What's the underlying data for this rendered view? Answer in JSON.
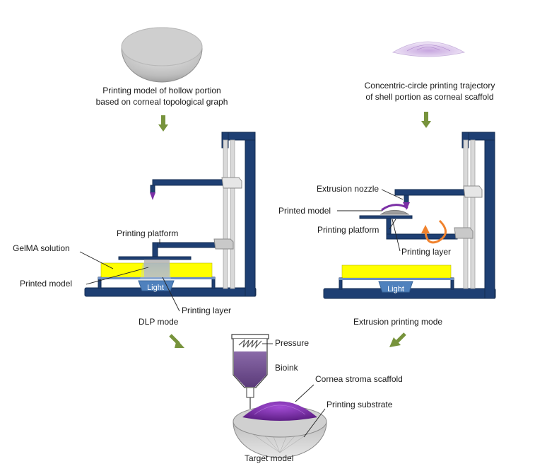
{
  "top_left_caption": {
    "line1": "Printing model of hollow portion",
    "line2": "based on corneal topological graph"
  },
  "top_right_caption": {
    "line1": "Concentric-circle printing trajectory",
    "line2": "of shell portion as corneal scaffold"
  },
  "dlp": {
    "printing_platform": "Printing platform",
    "gelma_solution": "GelMA solution",
    "printed_model": "Printed model",
    "light": "Light",
    "printing_layer": "Printing layer",
    "mode": "DLP mode"
  },
  "extrusion": {
    "nozzle": "Extrusion nozzle",
    "printed_model": "Printed model",
    "printing_platform": "Printing platform",
    "printing_layer": "Printing layer",
    "light": "Light",
    "mode": "Extrusion printing mode"
  },
  "target": {
    "pressure": "Pressure",
    "bioink": "Bioink",
    "scaffold": "Cornea stroma scaffold",
    "substrate": "Printing substrate",
    "model": "Target model"
  },
  "colors": {
    "frame": "#1e3f73",
    "yellow_solution": "#ffff00",
    "purple": "#7b2fa6",
    "green_arrow": "#77933c",
    "orange_arrow": "#f0822d",
    "light_blue": "#4f81bd"
  }
}
